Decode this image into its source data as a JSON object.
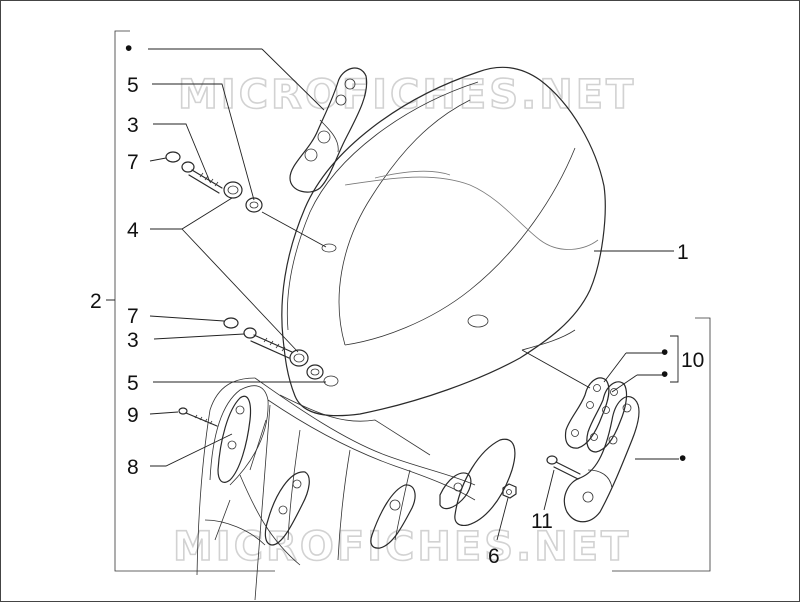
{
  "watermark": "MICROFICHES.NET",
  "bullet": "•",
  "callouts": {
    "c1": "1",
    "c2": "2",
    "c3a": "3",
    "c3b": "3",
    "c4": "4",
    "c5a": "5",
    "c5b": "5",
    "c6": "6",
    "c7a": "7",
    "c7b": "7",
    "c8": "8",
    "c9": "9",
    "c10": "10",
    "c11": "11"
  },
  "colors": {
    "line": "#2a2a2a",
    "watermark": "#d2d2d2",
    "background": "#ffffff"
  }
}
